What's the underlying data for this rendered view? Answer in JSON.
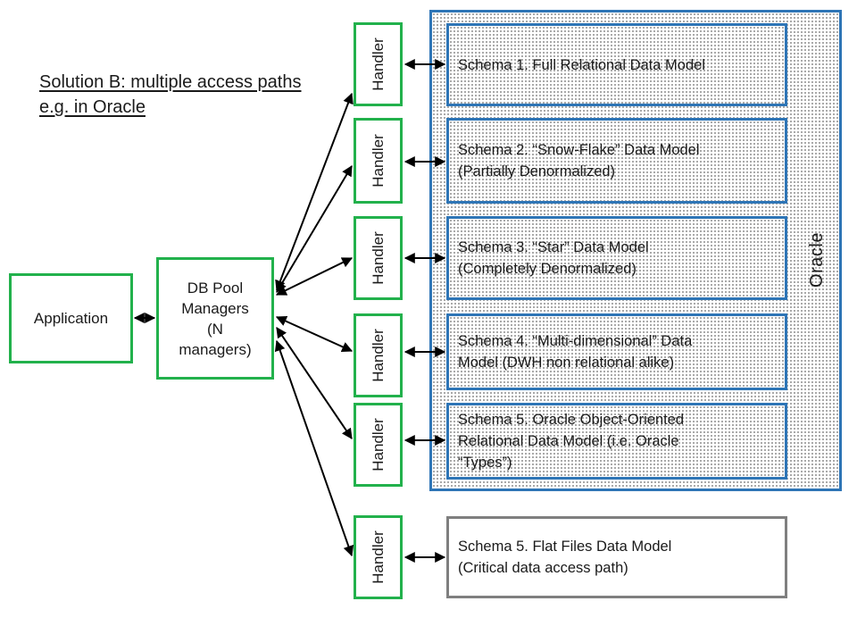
{
  "title": "Solution B: multiple access paths e.g. in Oracle",
  "application": "Application",
  "db_pool": [
    "DB Pool",
    "Managers",
    "(N",
    "managers)"
  ],
  "oracle_label": "Oracle",
  "handler_label": "Handler",
  "schemas": [
    [
      "Schema 1. Full Relational Data Model"
    ],
    [
      "Schema 2. “Snow-Flake” Data Model",
      "(Partially Denormalized)"
    ],
    [
      "Schema 3. “Star” Data Model",
      "(Completely Denormalized)"
    ],
    [
      "Schema 4. “Multi-dimensional” Data",
      "Model (DWH non relational alike)"
    ],
    [
      "Schema 5. Oracle Object-Oriented",
      "Relational Data Model (i.e. Oracle",
      "“Types”)"
    ],
    [
      "Schema 5. Flat Files Data Model",
      "(Critical data access path)"
    ]
  ],
  "colors": {
    "green": "#22b14c",
    "blue": "#2e75b6",
    "gray": "#7f7f7f"
  }
}
